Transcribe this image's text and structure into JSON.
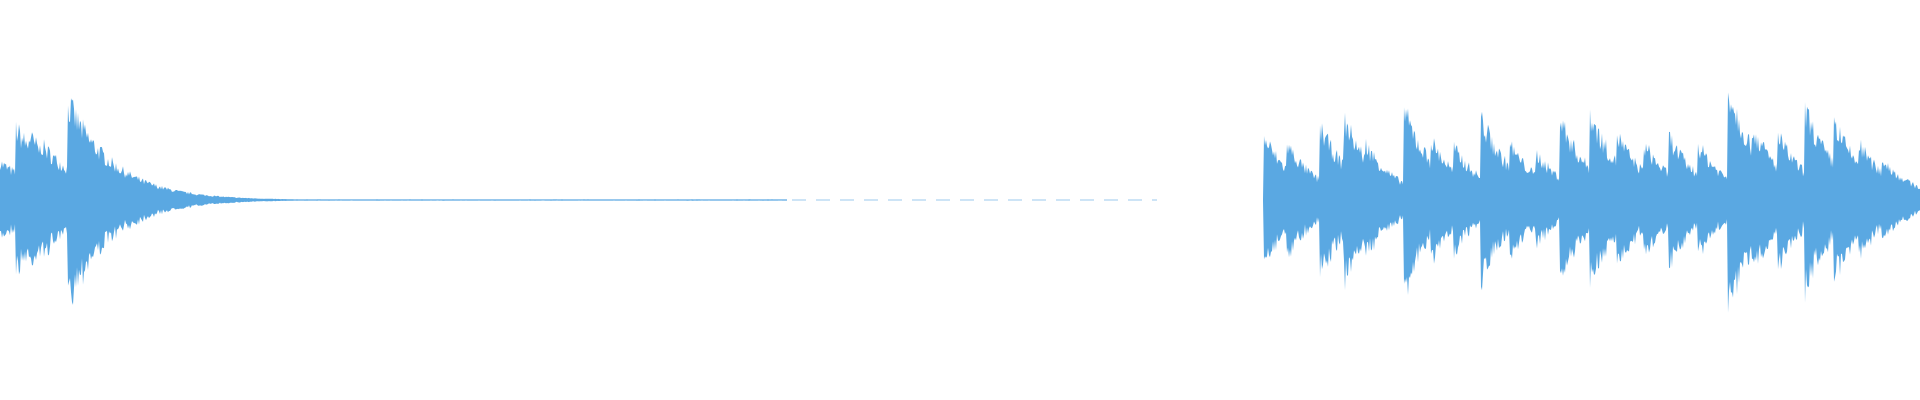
{
  "colors": {
    "background": "#ffffff",
    "waveform": "#5aa8e2"
  },
  "waveform": {
    "segments": [
      {
        "start": 0.0,
        "end": 0.41,
        "onsets": [
          {
            "t": 0.0,
            "amp": 0.2
          },
          {
            "t": 0.008,
            "amp": 0.38
          },
          {
            "t": 0.015,
            "amp": 0.34
          },
          {
            "t": 0.021,
            "amp": 0.3
          },
          {
            "t": 0.035,
            "amp": 0.52
          }
        ],
        "decay_rate": 42
      },
      {
        "start": 0.658,
        "end": 1.0,
        "onsets": [
          {
            "t": 0.658,
            "amp": 0.34
          },
          {
            "t": 0.67,
            "amp": 0.3
          },
          {
            "t": 0.687,
            "amp": 0.4
          },
          {
            "t": 0.7,
            "amp": 0.43
          },
          {
            "t": 0.711,
            "amp": 0.3
          },
          {
            "t": 0.731,
            "amp": 0.48
          },
          {
            "t": 0.745,
            "amp": 0.32
          },
          {
            "t": 0.757,
            "amp": 0.28
          },
          {
            "t": 0.771,
            "amp": 0.44
          },
          {
            "t": 0.786,
            "amp": 0.3
          },
          {
            "t": 0.8,
            "amp": 0.25
          },
          {
            "t": 0.812,
            "amp": 0.44
          },
          {
            "t": 0.828,
            "amp": 0.46
          },
          {
            "t": 0.842,
            "amp": 0.35
          },
          {
            "t": 0.856,
            "amp": 0.3
          },
          {
            "t": 0.869,
            "amp": 0.34
          },
          {
            "t": 0.884,
            "amp": 0.3
          },
          {
            "t": 0.9,
            "amp": 0.6
          },
          {
            "t": 0.913,
            "amp": 0.38
          },
          {
            "t": 0.926,
            "amp": 0.34
          },
          {
            "t": 0.94,
            "amp": 0.48
          },
          {
            "t": 0.955,
            "amp": 0.42
          },
          {
            "t": 0.968,
            "amp": 0.3
          },
          {
            "t": 0.98,
            "amp": 0.22
          }
        ],
        "decay_rate": 60
      }
    ]
  }
}
